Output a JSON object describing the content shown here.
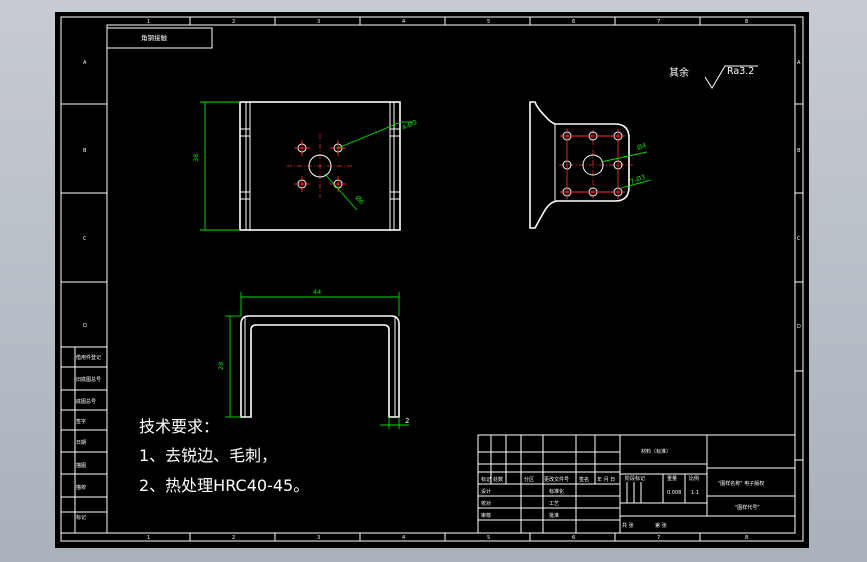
{
  "drawing": {
    "background": "#000000",
    "line_color": "#ffffff",
    "dimension_color": "#00e000",
    "centerline_color": "#ff2a2a"
  },
  "header_box": "角钢接触",
  "surface_finish": {
    "prefix": "其余",
    "value": "Ra3.2"
  },
  "zone_letters": [
    "A",
    "B",
    "C",
    "D"
  ],
  "zone_numbers": [
    "1",
    "2",
    "3",
    "4",
    "5",
    "6",
    "7",
    "8"
  ],
  "dimensions": {
    "front_height": "38",
    "front_holes": "4-Ø3",
    "front_center_hole": "Ø6",
    "side_holes": "Ø4",
    "side_small_holes": "7-Ø3",
    "top_width": "44",
    "top_height": "28",
    "thickness": "2"
  },
  "side_labels": [
    "借用件登记",
    "旧底图总号",
    "底图总号",
    "签字",
    "日期",
    "描图",
    "描校",
    "标记"
  ],
  "tech_requirements": {
    "title": "技术要求：",
    "items": [
      "1、去锐边、毛刺，",
      "2、热处理HRC40-45。"
    ]
  },
  "title_block": {
    "material": "材料（标准）",
    "col_mark": "标记",
    "col_count": "处数",
    "col_zone": "分区",
    "col_change_no": "更改文件号",
    "col_sign": "签名",
    "col_date": "年 月 日",
    "designer": "设计",
    "checker": "校对",
    "standardizer": "标准化",
    "reviewer": "审核",
    "process": "工艺",
    "approver": "批准",
    "stage_mark": "阶段标记",
    "weight": "重量",
    "scale": "比例",
    "scale_value": "1:1",
    "weight_value": "0.008",
    "sheets_total": "共 张",
    "sheet_no": "第 张",
    "part_name": "\"图样名称\" 电子版权",
    "part_code": "\"图样代号\""
  }
}
